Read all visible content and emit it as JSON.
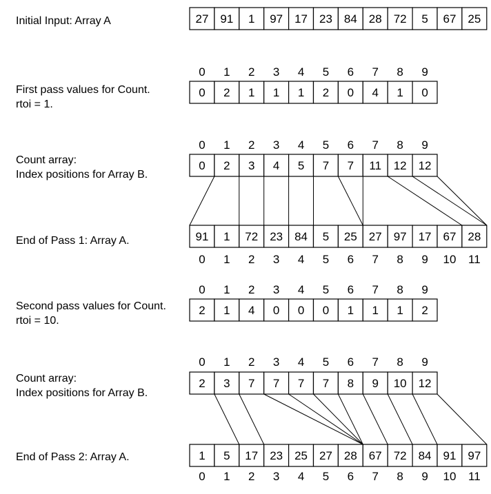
{
  "labels": {
    "initial_input": "Initial Input: Array A",
    "first_pass": [
      "First pass values for Count.",
      "rtoi = 1."
    ],
    "count_array_1": [
      "Count array:",
      "Index positions for Array B."
    ],
    "end_pass_1": "End of Pass 1: Array A.",
    "second_pass": [
      "Second pass values for Count.",
      "rtoi = 10."
    ],
    "count_array_2": [
      "Count array:",
      "Index positions for Array B."
    ],
    "end_pass_2": "End of Pass 2: Array A."
  },
  "arrays": {
    "initial_input": [
      "27",
      "91",
      "1",
      "97",
      "17",
      "23",
      "84",
      "28",
      "72",
      "5",
      "67",
      "25"
    ],
    "first_pass_counts": [
      "0",
      "2",
      "1",
      "1",
      "1",
      "2",
      "0",
      "4",
      "1",
      "0"
    ],
    "count_array_1": [
      "0",
      "2",
      "3",
      "4",
      "5",
      "7",
      "7",
      "11",
      "12",
      "12"
    ],
    "end_pass_1": [
      "91",
      "1",
      "72",
      "23",
      "84",
      "5",
      "25",
      "27",
      "97",
      "17",
      "67",
      "28"
    ],
    "second_pass_counts": [
      "2",
      "1",
      "4",
      "0",
      "0",
      "0",
      "1",
      "1",
      "1",
      "2"
    ],
    "count_array_2": [
      "2",
      "3",
      "7",
      "7",
      "7",
      "7",
      "8",
      "9",
      "10",
      "12"
    ],
    "end_pass_2": [
      "1",
      "5",
      "17",
      "23",
      "25",
      "27",
      "28",
      "67",
      "72",
      "84",
      "91",
      "97"
    ]
  },
  "indices": {
    "digits": [
      "0",
      "1",
      "2",
      "3",
      "4",
      "5",
      "6",
      "7",
      "8",
      "9"
    ],
    "positions": [
      "0",
      "1",
      "2",
      "3",
      "4",
      "5",
      "6",
      "7",
      "8",
      "9",
      "10",
      "11"
    ]
  },
  "connectors": {
    "pass_1": [
      [
        0,
        0
      ],
      [
        1,
        2
      ],
      [
        2,
        3
      ],
      [
        3,
        4
      ],
      [
        4,
        5
      ],
      [
        5,
        7
      ],
      [
        6,
        7
      ],
      [
        7,
        11
      ],
      [
        8,
        12
      ],
      [
        9,
        12
      ]
    ],
    "pass_2": [
      [
        0,
        2
      ],
      [
        1,
        3
      ],
      [
        2,
        7
      ],
      [
        3,
        7
      ],
      [
        4,
        7
      ],
      [
        5,
        7
      ],
      [
        6,
        8
      ],
      [
        7,
        9
      ],
      [
        8,
        10
      ],
      [
        9,
        12
      ]
    ]
  }
}
